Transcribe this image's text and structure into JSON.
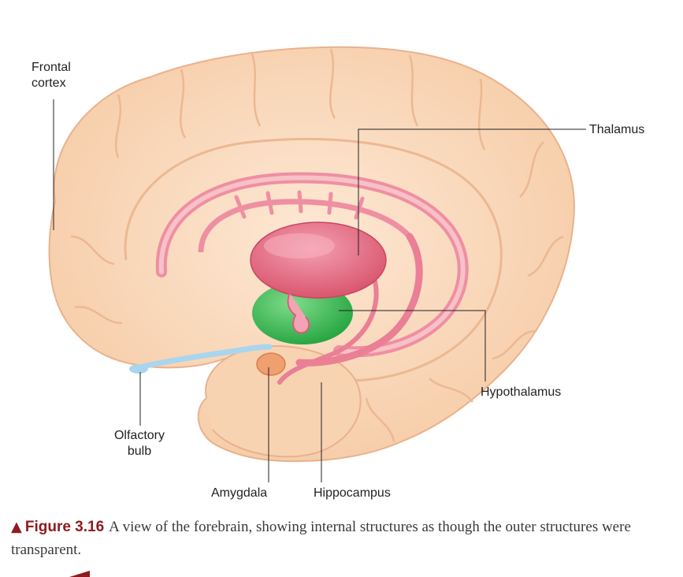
{
  "labels": {
    "frontal_cortex": [
      "Frontal",
      "cortex"
    ],
    "thalamus": "Thalamus",
    "hypothalamus": "Hypothalamus",
    "olfactory_bulb": [
      "Olfactory",
      "bulb"
    ],
    "amygdala": "Amygdala",
    "hippocampus": "Hippocampus"
  },
  "caption": {
    "marker": "▲",
    "figure_number": "Figure 3.16",
    "text": "A view of the forebrain, showing internal structures as though the outer structures were transparent."
  },
  "colors": {
    "cortex": "#f9d9bd",
    "cortex_fold": "#ecb892",
    "limbic": "#ef8fa2",
    "thalamus": "#e46a84",
    "hypothalamus": "#3fbf55",
    "olfactory": "#a9d5ee",
    "amygdala": "#eea06f",
    "accent": "#8d1b1f"
  }
}
